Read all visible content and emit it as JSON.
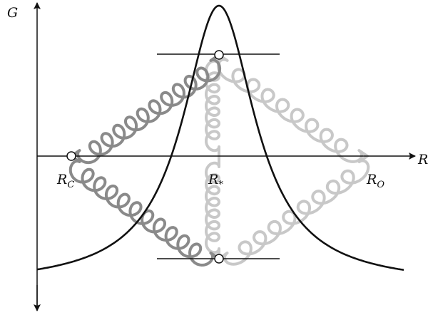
{
  "axes": {
    "y_label": "G",
    "x_label": "R"
  },
  "points": {
    "reactant": {
      "label": "R",
      "subscript": "C"
    },
    "transition": {
      "label": "R",
      "subscript": "*"
    },
    "product": {
      "label": "R",
      "subscript": "O"
    }
  },
  "colors": {
    "axis": "#111111",
    "curve": "#111111",
    "spring_dark": "#8a8a8a",
    "spring_light": "#c8c8c8",
    "node_fill": "#ffffff"
  }
}
